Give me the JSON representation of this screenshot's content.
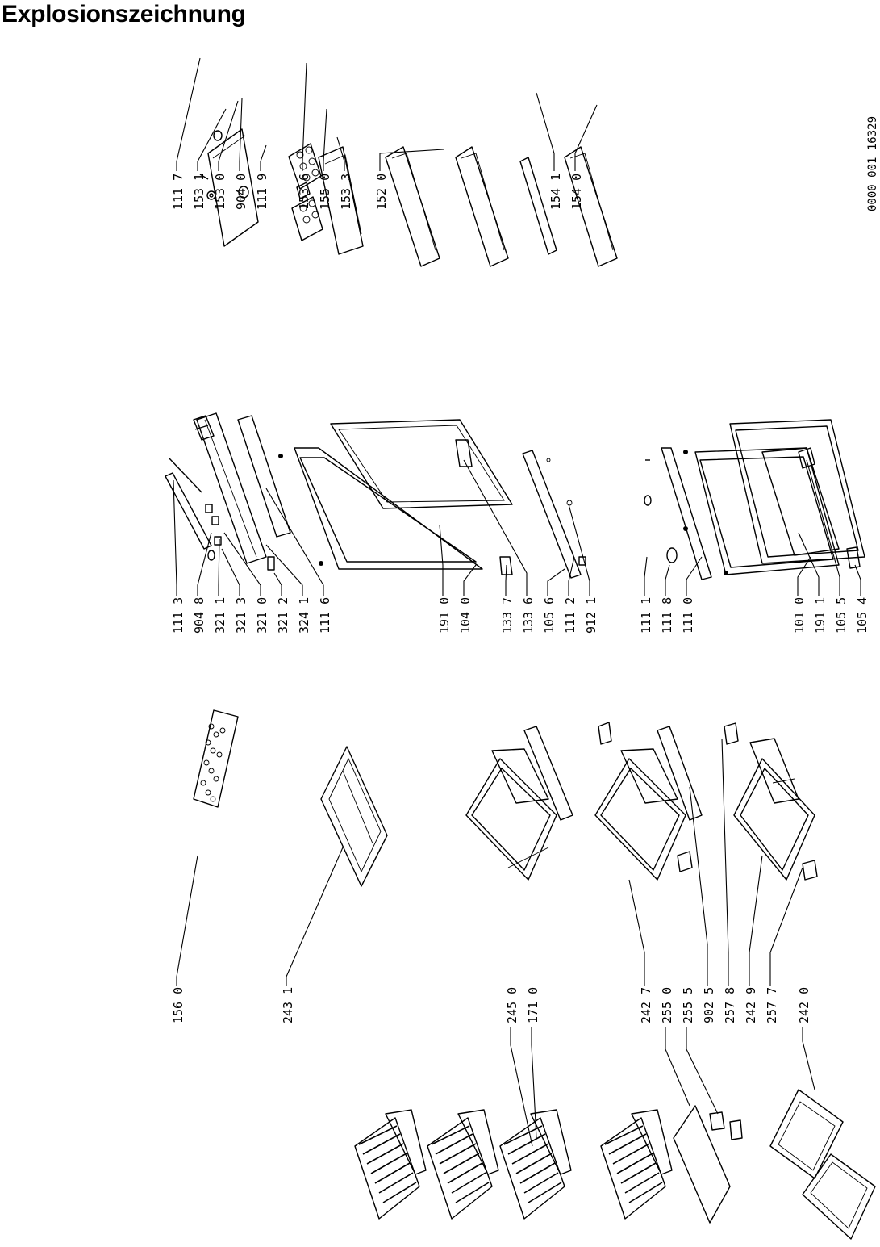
{
  "title": "Explosionszeichnung",
  "doc_number": "0000 001  16329",
  "labels": {
    "l111_7": "111 7",
    "l153_1": "153 1",
    "l153_0": "153 0",
    "l904_0": "904 0",
    "l111_9": "111 9",
    "l153_6": "153 6",
    "l155_0": "155 0",
    "l153_3": "153 3",
    "l152_0": "152 0",
    "l154_1": "154 1",
    "l154_0": "154 0",
    "l111_3": "111 3",
    "l904_8": "904 8",
    "l321_1": "321 1",
    "l321_3": "321 3",
    "l321_0": "321 0",
    "l321_2": "321 2",
    "l324_1": "324 1",
    "l111_6": "111 6",
    "l191_0": "191 0",
    "l104_0": "104 0",
    "l133_7": "133 7",
    "l133_6": "133 6",
    "l105_6": "105 6",
    "l111_2": "111 2",
    "l912_1": "912 1",
    "l111_1": "111 1",
    "l111_8": "111 8",
    "l111_0": "111 0",
    "l101_0": "101 0",
    "l191_1": "191 1",
    "l105_5": "105 5",
    "l105_4": "105 4",
    "l156_0": "156 0",
    "l243_1": "243 1",
    "l245_0": "245 0",
    "l171_0": "171 0",
    "l242_7": "242 7",
    "l255_0": "255 0",
    "l255_5": "255 5",
    "l902_5": "902 5",
    "l257_8": "257 8",
    "l242_9": "242 9",
    "l257_7": "257 7",
    "l242_0": "242 0"
  }
}
